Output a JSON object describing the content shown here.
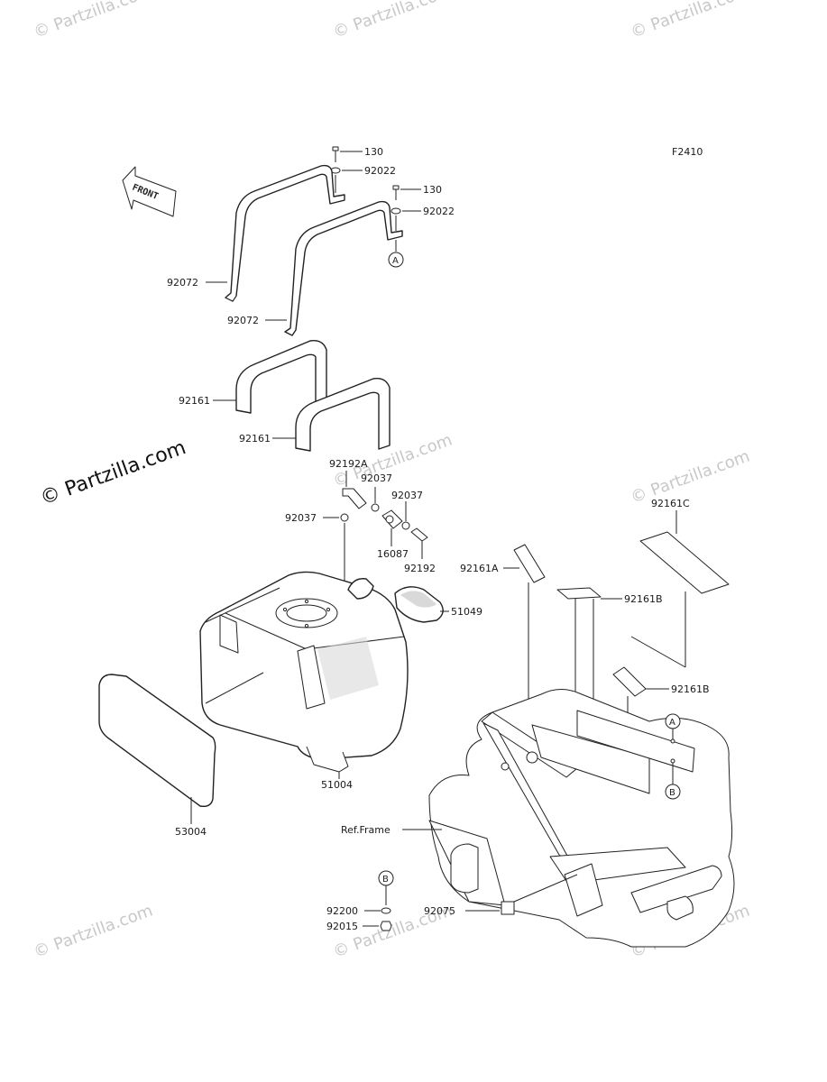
{
  "diagram_code": "F2410",
  "watermark": "© Partzilla.com",
  "front_arrow_label": "FRONT",
  "callouts": {
    "a": "A",
    "b": "B"
  },
  "ref_frame_label": "Ref.Frame",
  "part_labels": {
    "bolt_1": "130",
    "washer_1": "92022",
    "bolt_2": "130",
    "washer_2": "92022",
    "strap_1": "92072",
    "strap_2": "92072",
    "pad_1": "92161",
    "pad_2": "92161",
    "hose_a": "92192A",
    "clamp_1": "92037",
    "clamp_2": "92037",
    "clamp_3": "92037",
    "valve": "16087",
    "hose_b": "92192",
    "cap": "51049",
    "tank": "51004",
    "cover": "53004",
    "pad_a": "92161A",
    "pad_b1": "92161B",
    "pad_b2": "92161B",
    "pad_c": "92161C",
    "damper": "92075",
    "washer_b": "92200",
    "nut_b": "92015"
  }
}
